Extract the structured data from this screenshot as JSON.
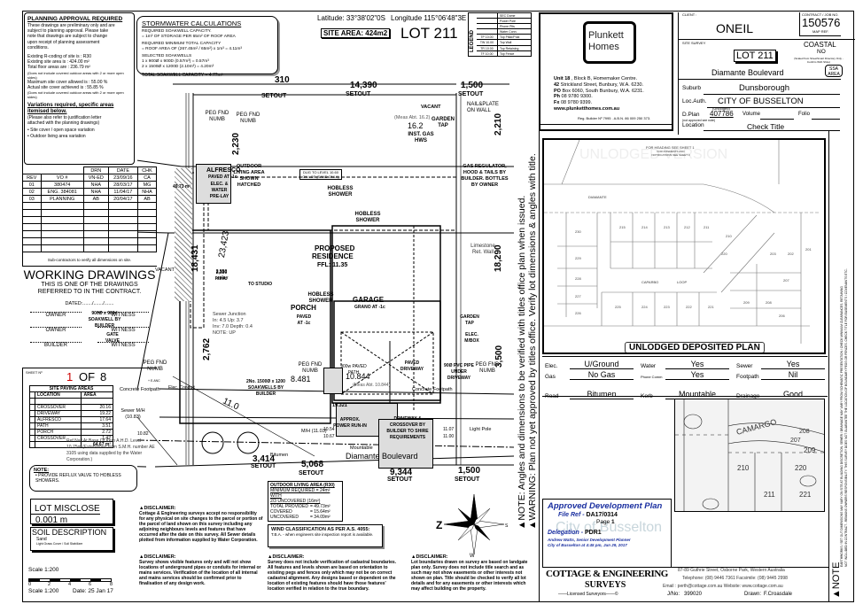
{
  "planning": {
    "title": "PLANNING APPROVAL REQUIRED",
    "intro": [
      "These drawings are preliminary only and are",
      "subject to planning approval. Please take",
      "note that drawings are subject to change",
      "upon receipt of planning assessment",
      "conditions."
    ],
    "rcoding": "Existing R-coding of site is : R30",
    "site_area": "Existing site area is : 424.00 m²",
    "floor_area": "Total floor areas are : 236.79 m²",
    "floor_note": "(Does not include covered outdoor areas with 2 or more open sides)",
    "max_cover": "Maximum site cover allowed is : 55.00 %",
    "actual_cover": "Actual site cover achieved is : 55.85 %",
    "cover_note": "(Does not include covered outdoor areas with 2 or more open sides)",
    "variations_title": "Variations required, specific areas itemised below.",
    "variations_note": [
      "(Please also refer to justification letter",
      "attached with the planning drawings)"
    ],
    "variations": [
      "• Site cover / open space variation",
      "• Outdoor living area variation"
    ]
  },
  "stormwater": {
    "title": "STORMWATER CALCULATIONS",
    "lines": [
      "REQUIRED SOAKWELL CAPACITY.",
      "= 1m³ OF STORAGE PER 65m² OF ROOF AREA",
      "REQUIRED MINIMUM TOTAL CAPACITY",
      "= ROOF AREA OF (267.45m² / 65m²) x 1m³ = 4.11m³",
      "SELECTED SOAKWELLS",
      "1 x 900Ø x 900D (0.57m³) = 0.57m³",
      "2 x 1500Ø x 1200D (2.10m³) = 4.20m³",
      "TOTAL SOAKWELL CAPACITY = 4.77m³"
    ]
  },
  "header": {
    "latitude": "Latitude: 33°38'02\"0S",
    "longitude": "Longitude 115°06'48\"3E",
    "site_area": "SITE AREA: 424m2",
    "lot": "LOT 211"
  },
  "legend": {
    "title": "LEGEND",
    "items": [
      {
        "symbol": "",
        "label": "SEC Dome"
      },
      {
        "symbol": "",
        "label": "Power Pole"
      },
      {
        "symbol": "",
        "label": "Phone Pits"
      },
      {
        "symbol": "",
        "label": "Water Conn."
      },
      {
        "symbol": "TP 10.00",
        "label": "Top Pillar/Post"
      },
      {
        "symbol": "TW 10.00",
        "label": "Top Wall"
      },
      {
        "symbol": "TR 10.00",
        "label": "Top Retaining"
      },
      {
        "symbol": "TF 10.00",
        "label": "Top Fence"
      }
    ]
  },
  "company": {
    "logo_line1": "Plunkett",
    "logo_line2": "Homes",
    "address": [
      {
        "bold": "Unit 18",
        "text": " , Block B, Homemaker Centre."
      },
      {
        "bold": "42",
        "text": " Strickland Street, Bunbury, W.A. 6230."
      },
      {
        "bold": "PO",
        "text": " Box 6060, South Bunbury, W.A. 6231."
      },
      {
        "bold": "Ph",
        "text": " 08 9780 9300."
      },
      {
        "bold": "Fx",
        "text": " 08 9780 9399."
      },
      {
        "bold": "",
        "text": "www.plunketthomes.com.au"
      }
    ],
    "reg": "Reg. Builder Nº 7995 . A.B.N. 86 009 250 373."
  },
  "client": {
    "client_label": "CLIENT :",
    "client_name": "ONEIL",
    "contract_label": "CONTRACT / JOB NO.",
    "contract_no": "150576",
    "map_ref_label": "MAP REF.",
    "site_survey_label": "SITE SURVEY",
    "lot": "LOT 211",
    "coastal_label": "COASTAL",
    "coastal_value": "NO",
    "coastal_note": "(Scaled from StreetSmart Directory Only - Confirm With Shire)",
    "ssa": "SSA AREA",
    "street": "Diamante Boulevard",
    "suburb_label": "Suburb",
    "suburb": "Dunsborough",
    "locauth_label": "Loc.Auth.",
    "locauth": "CITY OF BUSSELTON",
    "dplan_label": "D.Plan",
    "dplan_note": "(Unlodged)",
    "dplan": "407786",
    "volume_label": "Volume",
    "folio_label": "Folio",
    "not_approved": "(not approved see note)",
    "location_label": "Location",
    "location": "Check Title"
  },
  "revisions": {
    "headers": [
      "REV",
      "VO #",
      "DRN",
      "DATE",
      "CHK"
    ],
    "first": {
      "drn": "VN-ED",
      "date": "23/09/16",
      "chk": "CA"
    },
    "rows": [
      [
        "01",
        "380474",
        "NHA",
        "28/03/17",
        "MG"
      ],
      [
        "02",
        "ENG. 384081",
        "NHA",
        "11/04/17",
        "NHA"
      ],
      [
        "03",
        "PLANNING",
        "AB",
        "20/04/17",
        "AB"
      ]
    ],
    "note": "Sub-contractors to verify all dimensions on site."
  },
  "working": {
    "title": "WORKING DRAWINGS",
    "sub1": "THIS IS ONE OF THE DRAWINGS",
    "sub2": "REFERRED TO IN THE CONTRACT.",
    "dated": "DATED:......./......./.......",
    "sigs": [
      [
        "OWNER",
        "WITNESS"
      ],
      [
        "OWNER",
        "WITNESS"
      ],
      [
        "BUILDER",
        "WITNESS"
      ]
    ],
    "sheet_label": "SHEET Nº",
    "sheet_num": "1",
    "sheet_of": "OF",
    "sheet_total": "8",
    "eanc": "+ E.ANC"
  },
  "paving": {
    "title": "SITE PAVING AREAS",
    "headers": [
      "LOCATION",
      "AREA"
    ],
    "rows": [
      [
        "CROSSOVER",
        "20.16"
      ],
      [
        "DRIVEWAY",
        "19.22"
      ],
      [
        "ALFRESCO",
        "17.64"
      ],
      [
        "PATH",
        "3.51"
      ],
      [
        "PORCH",
        "2.72"
      ],
      [
        "CROSSOVER",
        "1.42"
      ]
    ],
    "total": "64.67 m²"
  },
  "note_box": {
    "title": "NOTE:",
    "text": "• PROVIDE REFLUX VALVE TO HOBLESS SHOWERS."
  },
  "misclose": {
    "title": "LOT MISCLOSE",
    "value": "0.001 m"
  },
  "soil": {
    "title": "SOIL DESCRIPTION",
    "type": "Sand",
    "detail": "Light Grass Cover / Soil Stabilizer"
  },
  "scale": {
    "label": "Scale  1:200",
    "ticks": [
      "0",
      "2",
      "4",
      "6",
      "8"
    ],
    "footer_scale": "Scale 1:200",
    "footer_date": "Date:   25 Jan 17"
  },
  "disclaimers": [
    {
      "title": "DISCLAIMER:",
      "text": "Cottage & Engineering surveys accept no responsibility for any physical on site changes to the parcel or portion of the parcel of land shown on this survey including any adjoining neighbours levels and features that have occurred after the date on this survey. All Sewer details plotted from information supplied by Water Corporation."
    },
    {
      "title": "DISCLAIMER:",
      "text": "Survey shows visible features only and will not show locations of underground pipes or conduits for internal or mains services. Verification of the location of all internal and mains services should be confirmed prior to finalisation of any design work."
    },
    {
      "title": "DISCLAIMER:",
      "text": "Survey does not include verification of cadastral boundaries. All features and levels shown are based on orientation to existing pegs and fences only which may not be on correct cadastral alignment. Any designs based or dependent on the location of existing features should have those features' location verified in relation to the true boundary."
    },
    {
      "title": "DISCLAIMER:",
      "text": "Lot boundaries drawn on survey are based on landgate plan only. Survey does not include title search and as such may not show easements or other interests not shown on plan. Title should be checked to verify all lot details and for any easements or other interests which may affect building on the property."
    }
  ],
  "outdoor": {
    "title": "OUTDOOR LIVING AREA (R30)",
    "min1": "MINIMUM REQUIRED = 24m² WITH",
    "min2": "2/3 UNCOVERED (16m²)",
    "rows": [
      [
        "TOTAL PROVIDED",
        "= 49.73m²"
      ],
      [
        "COVERED",
        "= 15.64m²"
      ],
      [
        "UNCOVERED",
        "= 34.09m²"
      ]
    ]
  },
  "wind": {
    "title": "WIND CLASSIFICATION AS PER A.S. 4055:",
    "text": "T.B.A. - when engineers site inspection report is available."
  },
  "compass": {
    "n": "N",
    "s": "S",
    "e": "E",
    "w": "W",
    "z": "Z"
  },
  "notes_vertical": {
    "note": "NOTE: Angles and dimensions to be verified with titles office plan when issued.",
    "warning": "WARNING: Plan not yet approved by titles office. Verify lot dimensions & angles with title."
  },
  "right_note": {
    "title": "NOTE",
    "line1": "EARTHWORKS / SET OUT DIMENSIONS MAY VARY ON SITE AT BUILDING DISCRETION. SEWER / DRAINAGE MAY VARY FROM SCHEMATIC PRESENTATION / CHECK MINIMUM CLEARANCES. RETAINING",
    "line2": "NOT INCLUDED IN CONTRACT - REMAINS OWNERS RESPONSIBILITY.   THIS SURVEY DOES NOT GUARANTEE THE LOCATION OF BOUNDARY PEGS OR FENCES.   CHECK TITLE FOR EASEMENTS / COVENANTS ETC."
  },
  "deposited_plan": {
    "watermark": "UNLODGED VERSION",
    "heading": "FOR HEADING SEE SHEET 1",
    "sub": "FOR INTERESTS AND NOTIFICATIONS SEE SHEET 3",
    "label": "UNLODGED DEPOSITED PLAN",
    "street1": "CAPARBO",
    "street2": "LOOP",
    "street3": "DIAMANTE",
    "lots": [
      "230",
      "229",
      "228",
      "227",
      "226",
      "215",
      "214",
      "213",
      "212",
      "211",
      "210",
      "225",
      "224",
      "223",
      "222",
      "221",
      "220",
      "209",
      "208",
      "207",
      "206",
      "203",
      "202",
      "201"
    ]
  },
  "services": {
    "items": [
      {
        "label": "Elec.",
        "value": "U/Ground"
      },
      {
        "label": "Water",
        "value": "Yes"
      },
      {
        "label": "Sewer",
        "value": "Yes"
      },
      {
        "label": "Gas",
        "value": "No Gas"
      },
      {
        "label": "Phone Comm",
        "value": "Yes"
      },
      {
        "label": "Footpath",
        "value": "Nil"
      },
      {
        "label": "Road",
        "value": "Bitumen"
      },
      {
        "label": "Kerb",
        "value": "Mountable"
      },
      {
        "label": "Drainage",
        "value": "Good"
      }
    ]
  },
  "approval": {
    "title": "Approved Development Plan",
    "file_ref_label": "File Ref -",
    "file_ref": "DA17/0314",
    "page_label": "Page",
    "page": "1",
    "delegation_label": "Delegation -",
    "delegation": "PDR1",
    "watermark": "City of Busselton",
    "signer": "Andrew Watts, Senior Development Planner",
    "when": "City of Busselton at 4:45 pm, Jun 29, 2017",
    "accent": "#1a2fa0"
  },
  "surveyor": {
    "name1": "COTTAGE & ENGINEERING",
    "name2": "SURVEYS",
    "licensed": "Licensed Surveyors",
    "address": "87-89 Guthrie Street, Osborne Park, Western Australia",
    "phone": "Telephone: (08) 9446 7361   Facsimile: (08) 9445 2998",
    "email": "Email : perth@cottage.com.au   Website: www.cottage.com.au",
    "jno_label": "J/No:",
    "jno": "399020",
    "drawn_label": "Drawn:",
    "drawn": "F.Croasdale"
  },
  "plan": {
    "dims": {
      "top_310": "310",
      "top_14390": "14,390",
      "top_1500": "1,500",
      "setout": "SETOUT",
      "left_2230": "2,230",
      "left_18431": "18,431",
      "left_23423": "23,423",
      "left_2762": "2,762",
      "right_2210": "2,210",
      "right_18290": "18,290",
      "right_3500": "3,500",
      "bot_3414": "3,414",
      "bot_5068": "5,068",
      "bot_9344": "9,344",
      "bot_1500": "1,500",
      "meas_top": "(Meas Abt. 16.2)",
      "top_len": "16.2",
      "meas_bot": "(Meas Abt. 10.844)",
      "bot_len": "10.844",
      "ll_8481": "8.481",
      "side_11": "11.0",
      "dim_19321": "19.321"
    },
    "labels": {
      "vacant": "VACANT",
      "nail_plate": "NAIL&PLATE ON WALL",
      "garden_tap": "GARDEN TAP",
      "peg_fnd": "PEG FND NUMB",
      "inst_gas": "INST. GAS HWS",
      "dug": "DUG TO LEVEL 10.60 ON LOT (SAND ONLY)",
      "gas_reg": "GAS REGULATOR, HOOD & TAILS BY BUILDER. BOTTLES BY OWNER",
      "outdoor_hatched": "OUTDOOR LIVING AREA SHOWN HATCHED",
      "hatched_area": "49.73 m²",
      "hobless": "HOBLESS SHOWER",
      "alfresco": "ALFRESCO",
      "alfresco_paved": "PAVED AT -1c",
      "elec_water": "ELEC. & WATER PRE-LAY",
      "proposed": "PROPOSED",
      "residence": "RESIDENCE",
      "ffl": "FFL: 11.35",
      "limestone": "Limestone Ret. Wall",
      "to_studio": "TO STUDIO",
      "garage": "GARAGE",
      "garage_sub": "GRANO AT -1c",
      "porch": "PORCH",
      "porch_paved": "PAVED AT -1c",
      "sewer_junction": "Sewer Junction",
      "sewer_in": "In: 4.5 Up: 3.7",
      "sewer_inv": "Inv: 7.0 Depth: 0.4",
      "sewer_note": "NOTE: UP",
      "soakwell1": "900Ø x 900d SOAKWELL BY BUILDER",
      "gate_valve": "GATE VALVE",
      "elec_mbox": "ELEC. M/BOX",
      "paved_driveway": "PAVED DRIVEWAY",
      "paved_path": "900w PAVED PATH",
      "pvc": "90Ø PVC PIPE UNDER DRIVEWAY",
      "soakwell2": "2No. 1500Ø x 1200 SOAKWELLS BY BUILDER",
      "concrete_footpath": "Concrete Footpath",
      "sewer_mh": "Sewer M/H (10.83)",
      "mh2": "M/H (11.03)",
      "power_run": "APPROX. POWER RUN-IN",
      "driveway_cross": "DRIVEWAY & CROSSOVER BY BUILDER TO SHIRE REQUIREMENTS",
      "light_pole": "Light Pole",
      "ref_nail": "Ref Nail At Base Of Kerb A.H.D. Level 10.75m (Established from S.M.H. number AE 3105 using data supplied by the Water Corporation.)",
      "bitumen": "Bitumen",
      "mountable": "Mountable",
      "street": "Diamante Boulevard",
      "elec_conduit": "Elec. Conduit",
      "pre_lay": "2,550 prelay",
      "sink": "2,330 sink",
      "l10_82": "10.82",
      "l10_54": "10.54",
      "l10_67": "10.67",
      "l11_07": "11.07",
      "l11_00": "11.00"
    }
  }
}
